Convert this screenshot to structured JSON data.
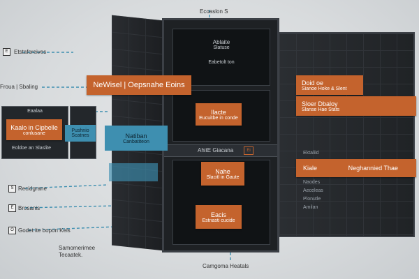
{
  "top_title": "Ecoaslon S",
  "bottom_title": "Camgoma Heatals",
  "left_labels": {
    "l1": "Etstaforeives",
    "l1_icon": "E",
    "l2": "Froua | Sbaling",
    "l3": "Recidgrane",
    "l3_icon": "S",
    "l4": "Brosanis",
    "l4_icon": "E",
    "l5": "Godet ite bopon Kels",
    "l5_icon": "O",
    "l6a": "Samomerimee",
    "l6b": "Tecaatek."
  },
  "left_panel": {
    "title": "Eaalaa",
    "orange_text_1": "Kaalo in Cipbelle",
    "orange_text_2": "conlusane",
    "footer": "Eoldoe an Slaslite"
  },
  "small_panel": {
    "blue_text_1": "Pushnio",
    "blue_text_2": "Scatnes"
  },
  "center_blue": {
    "line1": "Natiban",
    "line2": "Canbatiteon"
  },
  "cabinet": {
    "screen_title_1": "Ablaite",
    "screen_title_2": "Slatuse",
    "screen_title_3": "Eabetolt ton",
    "mid_label": "AhitE Giacana",
    "mid_badge": "Ei"
  },
  "banner": {
    "text": "NeWisel | Oepsnahe Eoins"
  },
  "center_boxes": [
    {
      "line1": "Ilacte",
      "line2": "Eucuitbe in conde"
    },
    {
      "line1": "Nahe",
      "line2": "Slacitl in Gaute"
    },
    {
      "line1": "Eacis",
      "line2": "Estnasti cucide"
    }
  ],
  "right_boxes": {
    "r1_line1": "Doid oe",
    "r1_line2": "Sianoe Hoke & Slent",
    "r2_line1": "Sloer Dbaloy",
    "r2_line2": "Slanse Hae Stats",
    "r3_left": "Kiale",
    "r3_right": "Neghannied Thae"
  },
  "right_cabinet_labels": [
    "Ektaliid",
    "Naodes",
    "Aeceleas",
    "Plonutle",
    "Amilan"
  ],
  "colors": {
    "orange": "#c4632d",
    "blue": "#3e8fb0",
    "cabinet": "#1e2124",
    "connector": "#3e8fb0"
  }
}
